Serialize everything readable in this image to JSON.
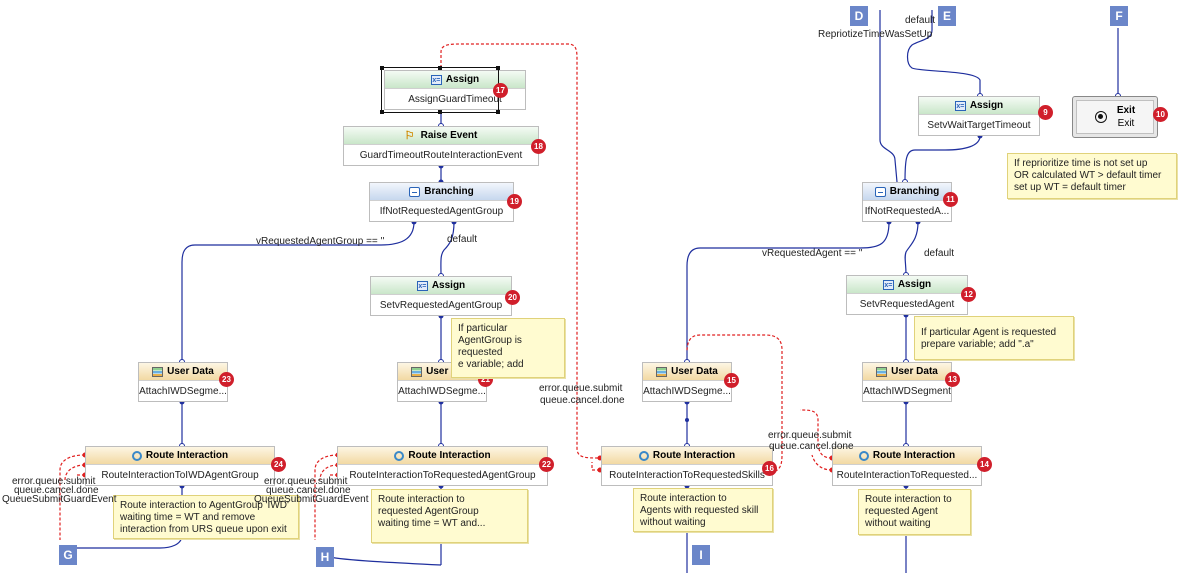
{
  "nodes": [
    {
      "id": "n17",
      "type": "Assign",
      "name": "AssignGuardTimeout",
      "badge": "17"
    },
    {
      "id": "n18",
      "type": "Raise Event",
      "name": "GuardTimeoutRouteInteractionEvent",
      "badge": "18"
    },
    {
      "id": "n19",
      "type": "Branching",
      "name": "IfNotRequestedAgentGroup",
      "badge": "19"
    },
    {
      "id": "n20",
      "type": "Assign",
      "name": "SetvRequestedAgentGroup",
      "badge": "20"
    },
    {
      "id": "n23",
      "type": "User Data",
      "name": "AttachIWDSegme...",
      "badge": "23"
    },
    {
      "id": "n21",
      "type": "User Data",
      "name": "AttachIWDSegme...",
      "badge": "21"
    },
    {
      "id": "n24",
      "type": "Route Interaction",
      "name": "RouteInteractionToIWDAgentGroup",
      "badge": "24"
    },
    {
      "id": "n22",
      "type": "Route Interaction",
      "name": "RouteInteractionToRequestedAgentGroup",
      "badge": "22"
    },
    {
      "id": "n9",
      "type": "Assign",
      "name": "SetvWaitTargetTimeout",
      "badge": "9"
    },
    {
      "id": "n11",
      "type": "Branching",
      "name": "IfNotRequestedA...",
      "badge": "11"
    },
    {
      "id": "n12",
      "type": "Assign",
      "name": "SetvRequestedAgent",
      "badge": "12"
    },
    {
      "id": "n15",
      "type": "User Data",
      "name": "AttachIWDSegme...",
      "badge": "15"
    },
    {
      "id": "n13",
      "type": "User Data",
      "name": "AttachIWDSegment",
      "badge": "13"
    },
    {
      "id": "n16",
      "type": "Route Interaction",
      "name": "RouteInteractionToRequestedSkills",
      "badge": "16"
    },
    {
      "id": "n14",
      "type": "Route Interaction",
      "name": "RouteInteractionToRequested...",
      "badge": "14"
    }
  ],
  "exit": {
    "type": "Exit",
    "name": "Exit",
    "badge": "10"
  },
  "notes": {
    "timer": "If reprioritize time is not set up\nOR calculated WT > default timer\nset up WT = default timer",
    "agent_group": "If particular\nAgentGroup is\nrequested\n   e variable; add",
    "agent": "If particular Agent is requested\nprepare variable; add \".a\"",
    "route24": "Route interaction to AgentGroup 'IWD'\nwaiting time = WT and remove\ninteraction from URS queue upon exit",
    "route22": "Route interaction to\nrequested AgentGroup\nwaiting time = WT and...",
    "route16": "Route interaction to\nAgents with requested skill\nwithout waiting",
    "route14": "Route interaction to\nrequested Agent\nwithout waiting"
  },
  "labels": {
    "cond19": "vRequestedAgentGroup == ''",
    "def19": "default",
    "cond11": "vRequestedAgent == ''",
    "def11": "default",
    "reprio": "RepriotizeTimeWasSetUp",
    "defE": "default",
    "err21_1": "error.queue.submit",
    "err21_2": "queue.cancel.done",
    "err24_1": "error.queue.submit",
    "err24_2": "queue.cancel.done",
    "err24_3": "QueueSubmitGuardEvent",
    "err22_1": "error.queue.submit",
    "err22_2": "queue.cancel.done",
    "err22_3": "QueueSubmitGuardEvent",
    "err14_1": "error.queue.submit",
    "err14_2": "queue.cancel.done"
  },
  "connectors": {
    "D": "D",
    "E": "E",
    "F": "F",
    "G": "G",
    "H": "H",
    "I": "I"
  },
  "colors": {
    "flow": "#1f2f9e",
    "error": "#e02020",
    "badge": "#d01f2b",
    "connector": "#6b86c9"
  }
}
